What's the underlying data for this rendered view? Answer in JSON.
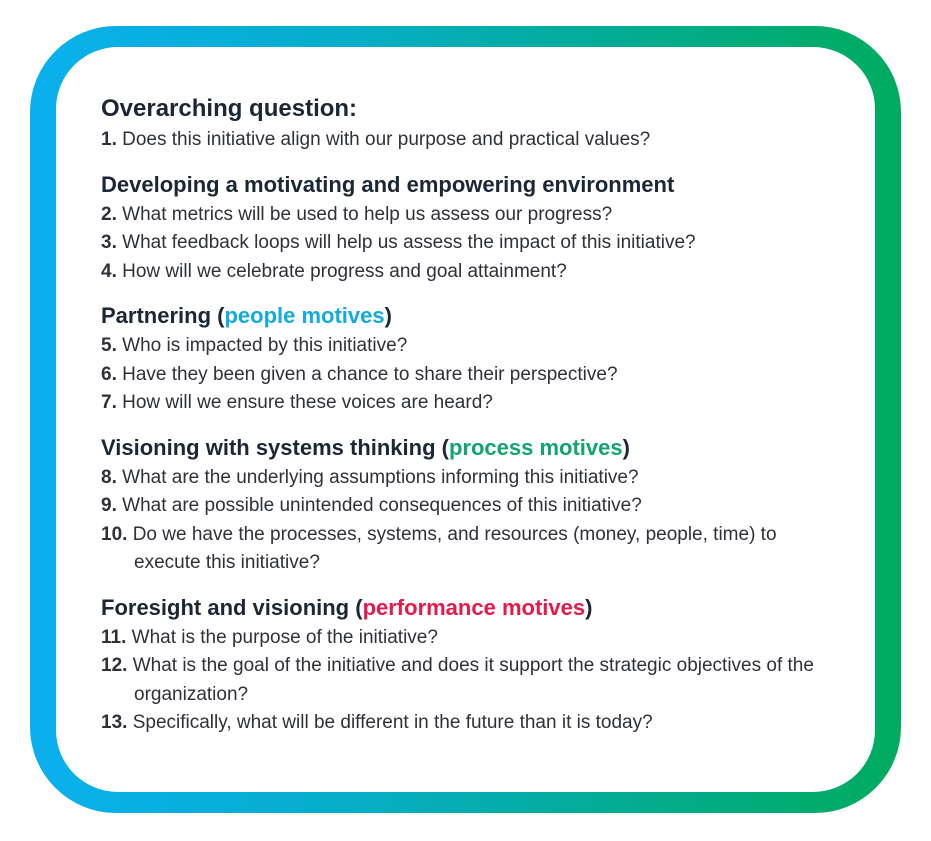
{
  "sections": [
    {
      "heading": "Overarching question:",
      "items": [
        {
          "num": "1.",
          "text": "Does this initiative align with our purpose and practical values?"
        }
      ]
    },
    {
      "heading": "Developing a motivating and empowering environment",
      "items": [
        {
          "num": "2.",
          "text": "What metrics will be used to help us assess our progress?"
        },
        {
          "num": "3.",
          "text": "What feedback loops will help us assess the impact of this initiative?"
        },
        {
          "num": "4.",
          "text": "How will we celebrate progress and goal attainment?"
        }
      ]
    },
    {
      "heading_prefix": "Partnering (",
      "heading_highlight": "people motives",
      "heading_suffix": ")",
      "highlight_color": "#11acdf",
      "items": [
        {
          "num": "5.",
          "text": "Who is impacted by this initiative?"
        },
        {
          "num": "6.",
          "text": "Have they been given a chance to share their perspective?"
        },
        {
          "num": "7.",
          "text": "How will we ensure these voices are heard?"
        }
      ]
    },
    {
      "heading_prefix": "Visioning with systems thinking (",
      "heading_highlight": "process motives",
      "heading_suffix": ")",
      "highlight_color": "#10a56e",
      "items": [
        {
          "num": "8.",
          "text": "What are the underlying assumptions informing this initiative?"
        },
        {
          "num": "9.",
          "text": "What are possible unintended consequences of this initiative?"
        },
        {
          "num": "10.",
          "text": "Do we have the processes, systems, and resources (money, people, time) to execute this initiative?"
        }
      ]
    },
    {
      "heading_prefix": "Foresight and visioning (",
      "heading_highlight": "performance motives",
      "heading_suffix": ")",
      "highlight_color": "#e6194b",
      "items": [
        {
          "num": "11.",
          "text": "What is the purpose of the initiative?"
        },
        {
          "num": "12.",
          "text": "What is the goal of the initiative and does it support the strategic objectives of the organization?"
        },
        {
          "num": "13.",
          "text": "Specifically, what will be different in the future than it is today?"
        }
      ]
    }
  ]
}
